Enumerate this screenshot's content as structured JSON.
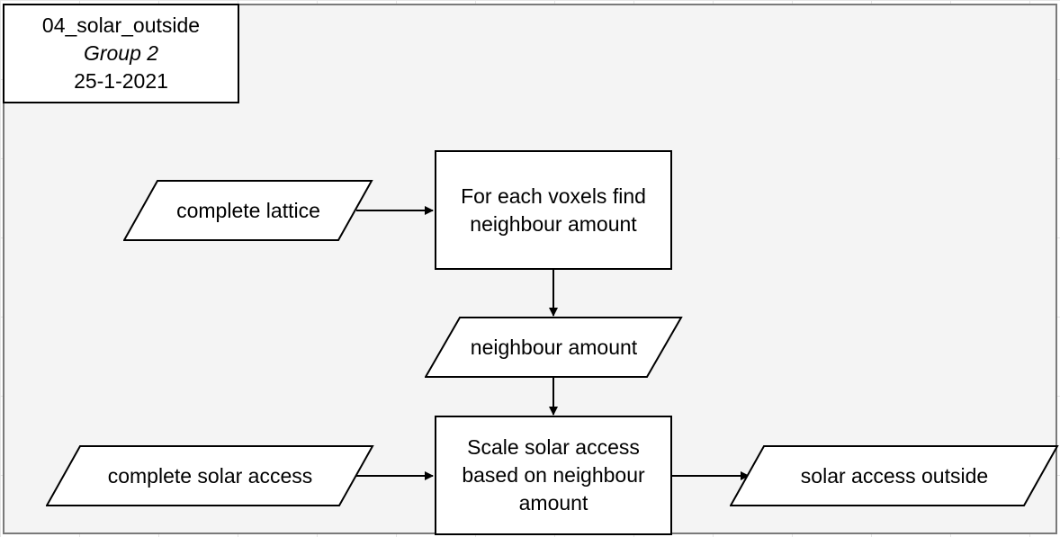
{
  "title_block": {
    "name": "04_solar_outside",
    "group": "Group 2",
    "date": "25-1-2021"
  },
  "nodes": {
    "complete_lattice": "complete lattice",
    "find_neighbours": "For each voxels find neighbour amount",
    "neighbour_amount": "neighbour amount",
    "scale_solar": "Scale solar access based on neighbour amount",
    "complete_solar_access": "complete solar access",
    "solar_access_outside": "solar access outside"
  },
  "colors": {
    "canvas": "#f4f4f4",
    "node_fill": "#ffffff",
    "stroke": "#000000"
  }
}
